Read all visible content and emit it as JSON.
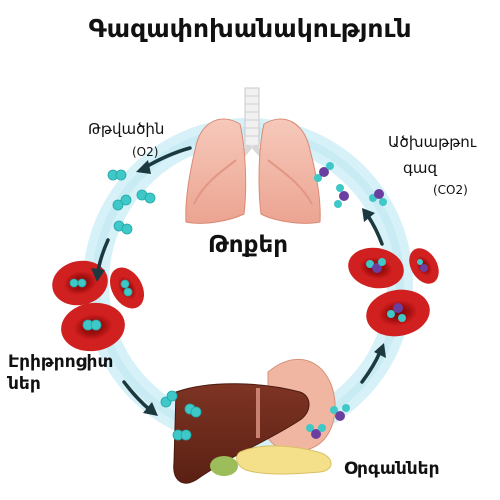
{
  "title": "Գազափոխանակություն",
  "labels": {
    "oxygen": "Թթվածին",
    "oxygen_formula": "(O2)",
    "co2_line1": "Ածխաթթու",
    "co2_line2": "գազ",
    "co2_formula": "(CO2)",
    "lungs": "Թոքեր",
    "rbc_line1": "Էրիթրոցիտ",
    "rbc_line2": "ներ",
    "organs": "Օրգաններ"
  },
  "colors": {
    "loop": "#cdeef6",
    "arrow": "#1c3940",
    "lung": "#f3b8a7",
    "lung_shadow": "#e79d89",
    "trachea": "#efefef",
    "rbc": "#c81818",
    "rbc_center": "#8c0a0a",
    "oxygen_molecule": "#3fc8c8",
    "co2_carbon": "#6b3fa0",
    "liver": "#6e2a1b",
    "stomach": "#f0b7a3",
    "pancreas": "#f4e08a"
  }
}
